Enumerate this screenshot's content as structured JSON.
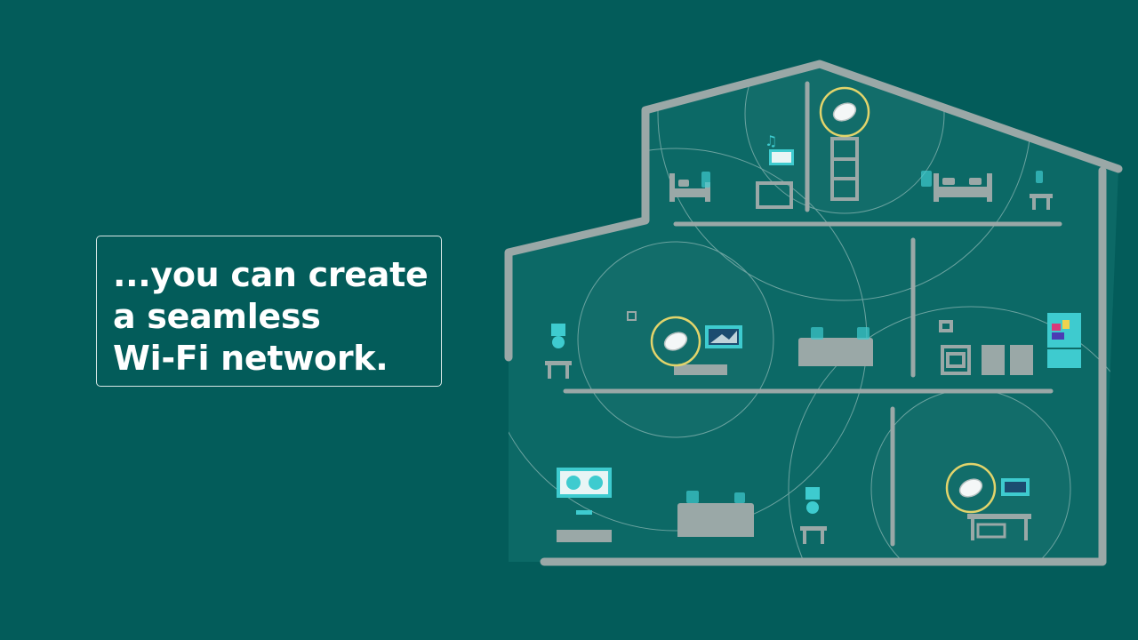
{
  "caption": {
    "lines": [
      "...you can create",
      "a seamless",
      "Wi-Fi network."
    ]
  },
  "colors": {
    "background": "#035c5a",
    "house_outline": "#9aa8a7",
    "wifi_ring": "#e2d46b",
    "coverage_line": "#b9d3d0",
    "device_accent": "#3ecbcf"
  },
  "illustration": {
    "subject": "house-cross-section",
    "wifi_points": 3,
    "icons": [
      "wifi-point-icon",
      "bed-icon",
      "tv-icon",
      "sofa-icon",
      "lamp-icon",
      "kitchen-icon",
      "fridge-icon",
      "desk-icon",
      "music-note-icon"
    ]
  }
}
